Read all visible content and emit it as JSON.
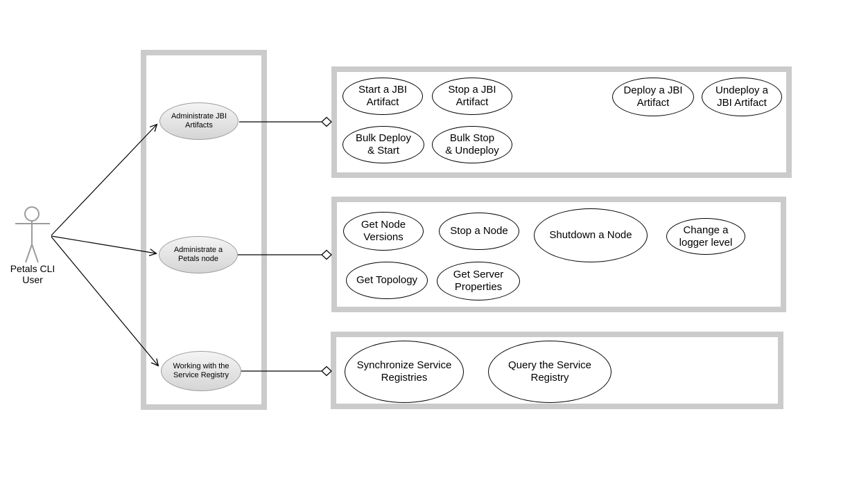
{
  "actor": {
    "label": "Petals CLI User"
  },
  "categories": {
    "jbi_artifacts": {
      "label": "Administrate JBI\nArtifacts"
    },
    "petals_node": {
      "label": "Administrate a\nPetals node"
    },
    "service_registry": {
      "label": "Working with the\nService Registry"
    }
  },
  "jbi_usecases": {
    "start": {
      "label": "Start a JBI\nArtifact"
    },
    "stop": {
      "label": "Stop a JBI\nArtifact"
    },
    "deploy": {
      "label": "Deploy a JBI\nArtifact"
    },
    "undeploy": {
      "label": "Undeploy a\nJBI Artifact"
    },
    "bulk_deploy_start": {
      "label": "Bulk Deploy\n& Start"
    },
    "bulk_stop_undeploy": {
      "label": "Bulk Stop\n& Undeploy"
    }
  },
  "node_usecases": {
    "get_node_versions": {
      "label": "Get Node\nVersions"
    },
    "stop_node": {
      "label": "Stop a Node"
    },
    "shutdown_node": {
      "label": "Shutdown a Node"
    },
    "change_logger_level": {
      "label": "Change a\nlogger level"
    },
    "get_topology": {
      "label": "Get Topology"
    },
    "get_server_properties": {
      "label": "Get Server\nProperties"
    }
  },
  "registry_usecases": {
    "synchronize": {
      "label": "Synchronize Service\nRegistries"
    },
    "query": {
      "label": "Query the Service\nRegistry"
    }
  },
  "colors": {
    "frame_border": "#cbcbcb",
    "category_fill_top": "#f4f4f4",
    "category_fill_bottom": "#d5d5d5",
    "category_border": "#9d9d9d",
    "usecase_border": "#000000",
    "actor_stroke": "#9b9b9b",
    "connector": "#000000"
  }
}
